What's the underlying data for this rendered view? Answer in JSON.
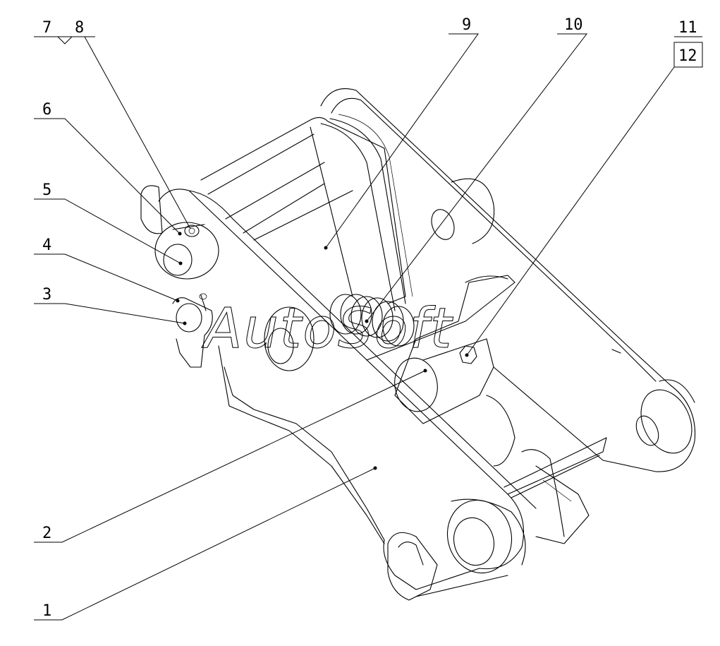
{
  "callouts": [
    {
      "id": "c1",
      "label": "1"
    },
    {
      "id": "c2",
      "label": "2"
    },
    {
      "id": "c3",
      "label": "3"
    },
    {
      "id": "c4",
      "label": "4"
    },
    {
      "id": "c5",
      "label": "5"
    },
    {
      "id": "c6",
      "label": "6"
    },
    {
      "id": "c7",
      "label": "7"
    },
    {
      "id": "c8",
      "label": "8"
    },
    {
      "id": "c9",
      "label": "9"
    },
    {
      "id": "c10",
      "label": "10"
    },
    {
      "id": "c11",
      "label": "11"
    },
    {
      "id": "c12",
      "label": "12"
    }
  ],
  "watermark": "AutoSoft"
}
